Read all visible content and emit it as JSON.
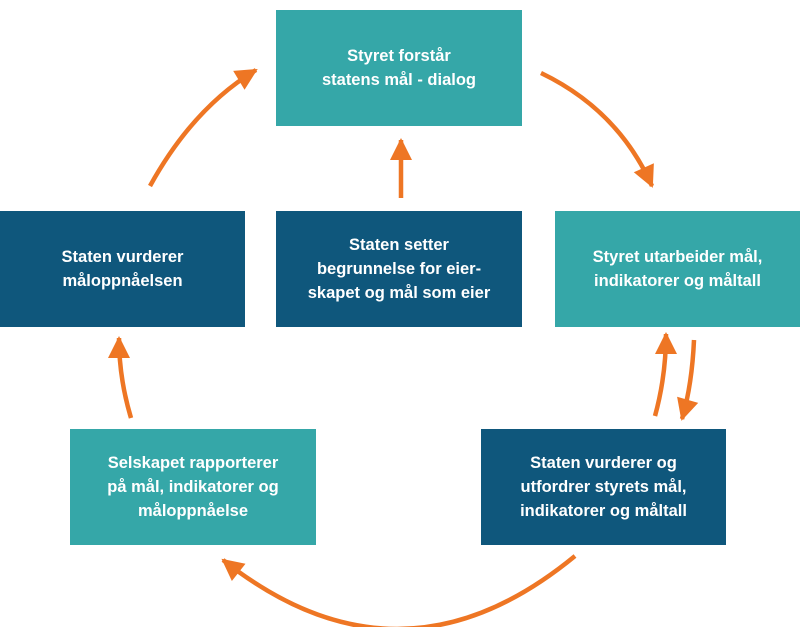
{
  "colors": {
    "teal": "#35a7a8",
    "navy": "#0f577c",
    "arrow": "#ee7624"
  },
  "boxes": {
    "top": "Styret forstår\nstatens mål - dialog",
    "center": "Staten setter\nbegrunnelse for eier-\nskapet og mål som eier",
    "left": "Staten vurderer\nmåloppnåelsen",
    "right": "Styret utarbeider mål,\nindikatorer og måltall",
    "bottom_right": "Staten vurderer og\nutfordrer styrets mål,\nindikatorer og måltall",
    "bottom_left": "Selskapet rapporterer\npå mål, indikatorer og\nmåloppnåelse"
  }
}
